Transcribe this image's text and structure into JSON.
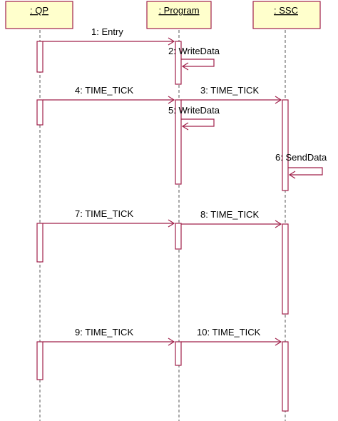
{
  "colors": {
    "line": "#a0204a",
    "box_fill": "#ffffcc",
    "lifeline": "#555555",
    "text": "#000000"
  },
  "participants": [
    {
      "label": ": QP"
    },
    {
      "label": ": Program"
    },
    {
      "label": ": SSC"
    }
  ],
  "messages": [
    {
      "number": "1",
      "label": "1: Entry"
    },
    {
      "number": "2",
      "label": "2: WriteData"
    },
    {
      "number": "3",
      "label": "3: TIME_TICK"
    },
    {
      "number": "4",
      "label": "4: TIME_TICK"
    },
    {
      "number": "5",
      "label": "5: WriteData"
    },
    {
      "number": "6",
      "label": "6: SendData"
    },
    {
      "number": "7",
      "label": "7: TIME_TICK"
    },
    {
      "number": "8",
      "label": "8: TIME_TICK"
    },
    {
      "number": "9",
      "label": "9: TIME_TICK"
    },
    {
      "number": "10",
      "label": "10: TIME_TICK"
    }
  ]
}
